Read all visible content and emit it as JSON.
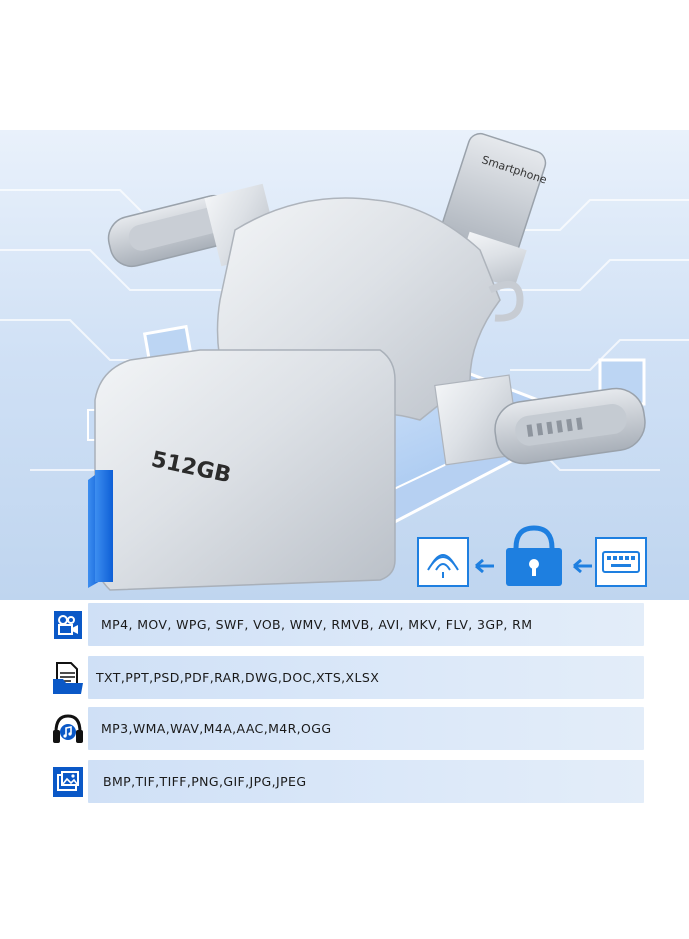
{
  "product": {
    "capacity_label": "512GB",
    "lightning_label": "Smartphone"
  },
  "security": {
    "icons": [
      "fingerprint-icon",
      "arrow-left-icon",
      "padlock-icon",
      "return-arrow-icon",
      "keyboard-icon"
    ]
  },
  "formats": [
    {
      "icon": "video-camera-icon",
      "text": "MP4, MOV, WPG, SWF, VOB, WMV, RMVB, AVI, MKV, FLV, 3GP, RM"
    },
    {
      "icon": "documents-icon",
      "text": "TXT,PPT,PSD,PDF,RAR,DWG,DOC,XTS,XLSX"
    },
    {
      "icon": "headphones-icon",
      "text": "MP3,WMA,WAV,M4A,AAC,M4R,OGG"
    },
    {
      "icon": "pictures-icon",
      "text": "BMP,TIF,TIFF,PNG,GIF,JPG,JPEG"
    }
  ],
  "colors": {
    "accent": "#1e7fe0",
    "icon_blue": "#0a58c7",
    "panel": "#d5e4f7",
    "metal": "#d9dde2"
  }
}
